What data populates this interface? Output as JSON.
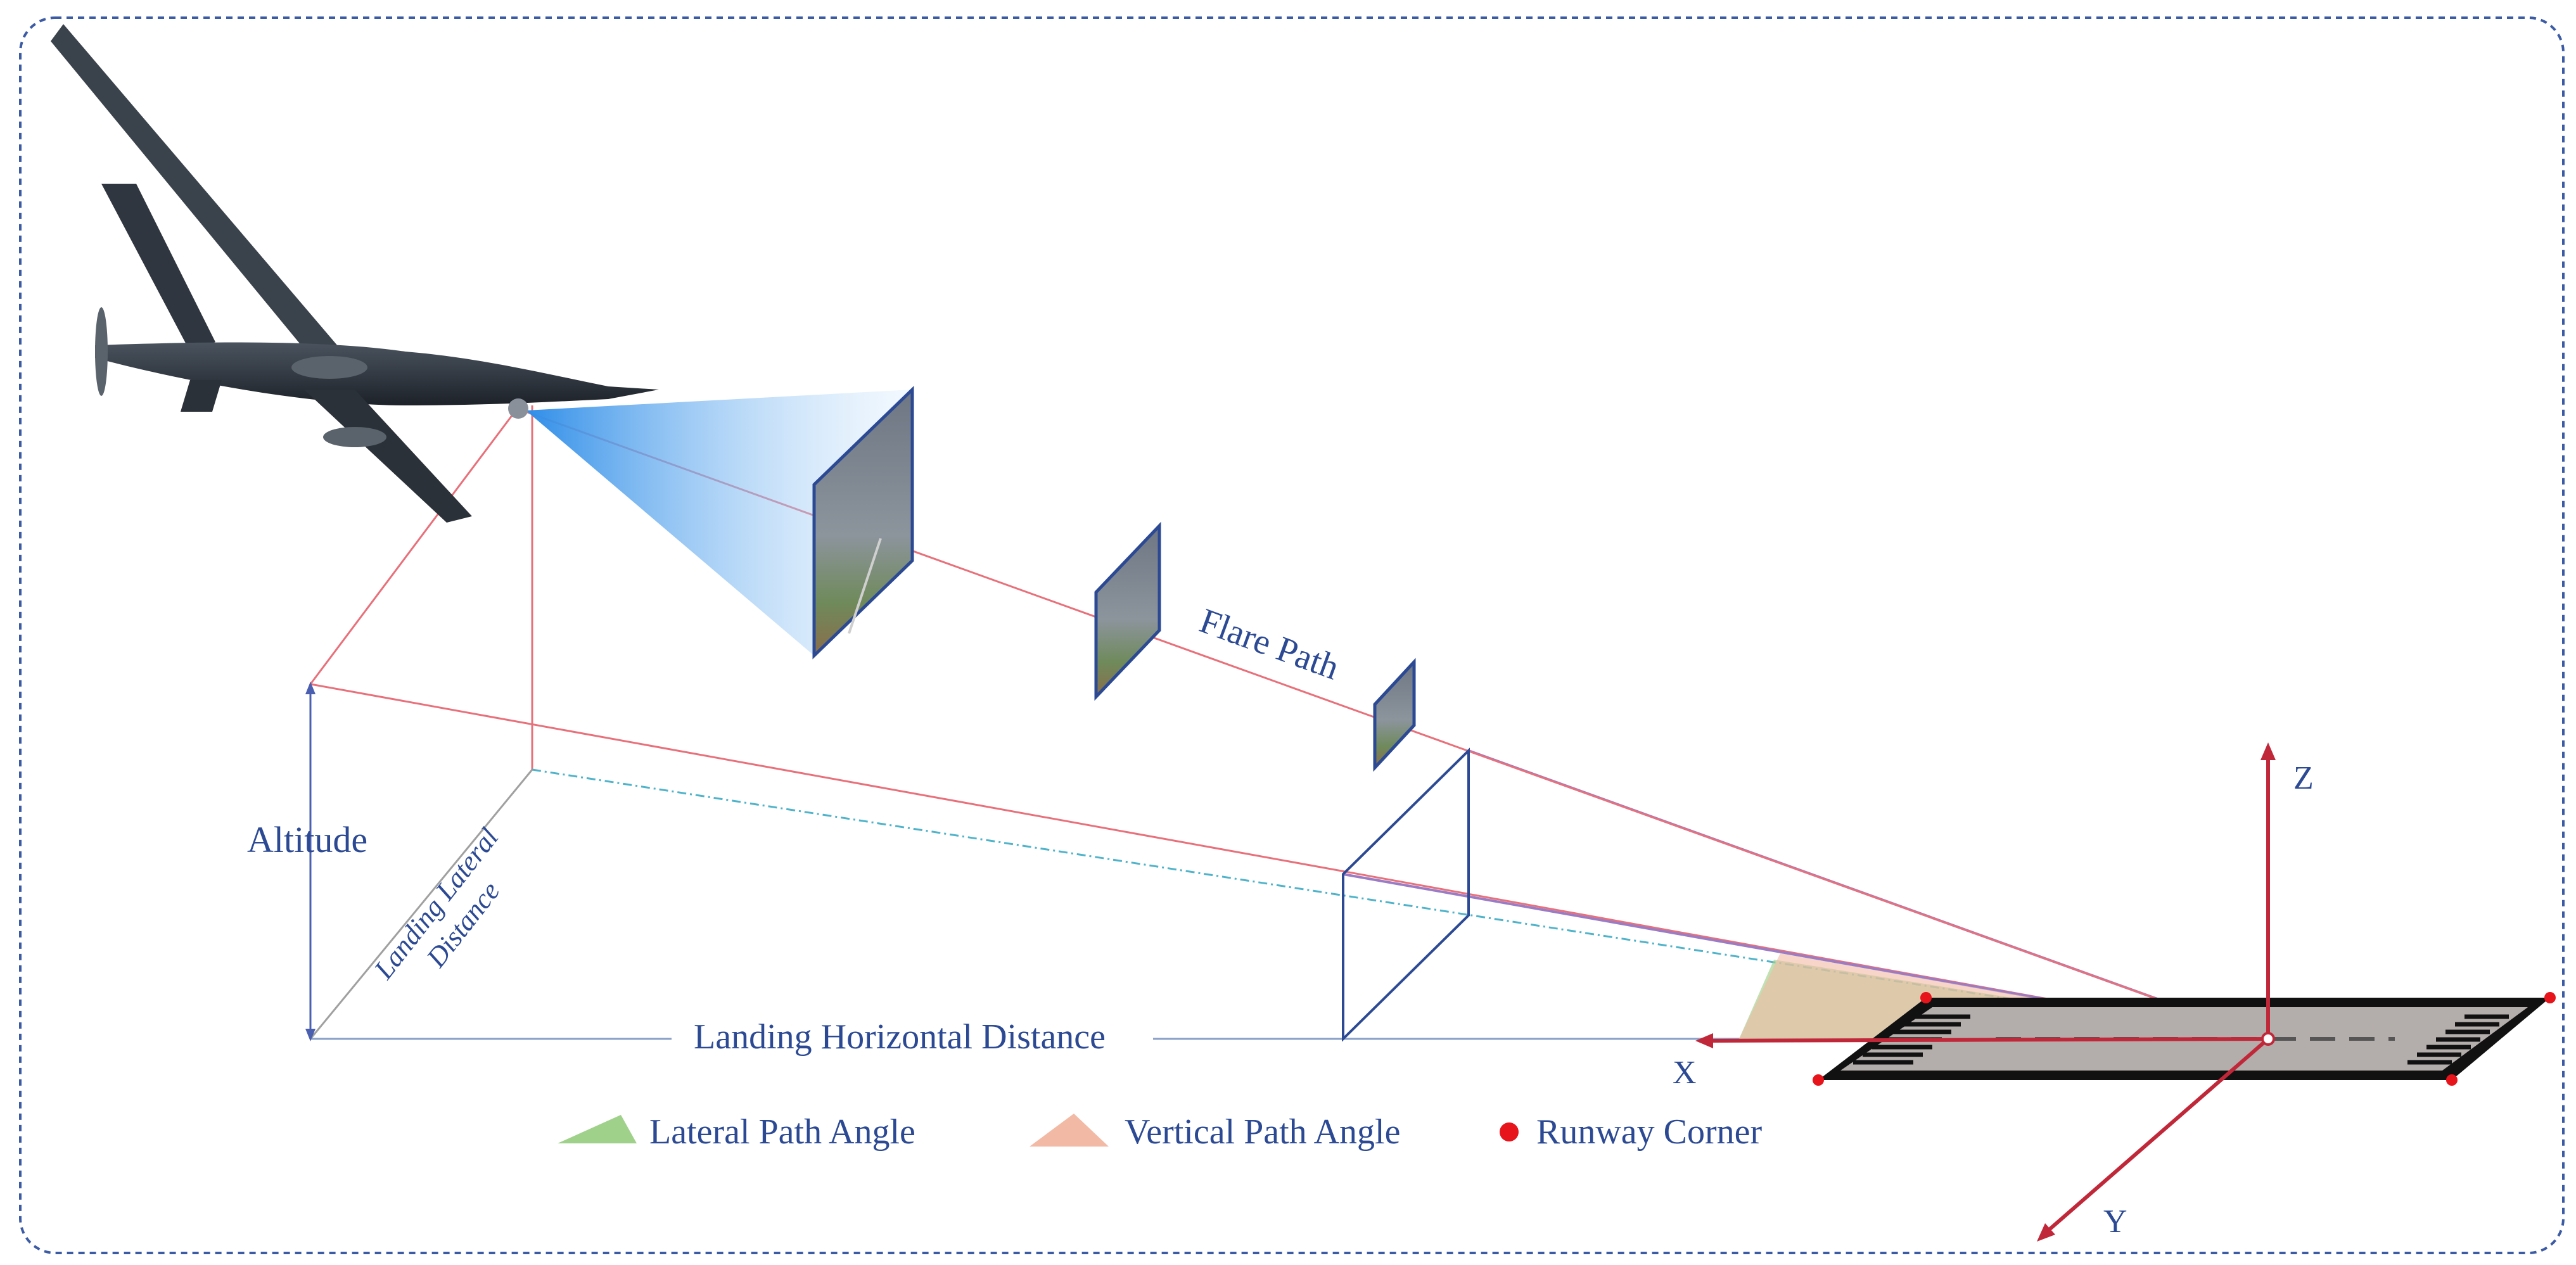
{
  "labels": {
    "flare_path": "Flare Path",
    "altitude": "Altitude",
    "landing_lateral_distance_line1": "Landing Lateral",
    "landing_lateral_distance_line2": "Distance",
    "landing_horizontal_distance": "Landing Horizontal Distance",
    "axis_x": "X",
    "axis_y": "Y",
    "axis_z": "Z"
  },
  "legend": [
    {
      "key": "lateral",
      "label": "Lateral Path Angle",
      "color": "#9fd18b"
    },
    {
      "key": "vertical",
      "label": "Vertical Path Angle",
      "color": "#f2b9a5"
    },
    {
      "key": "corner",
      "label": "Runway Corner",
      "color": "#e8141b"
    }
  ],
  "colors": {
    "frame": "#3b5ba5",
    "text": "#2c4a94",
    "flare_line": "#e8707a",
    "axis": "#c0283a",
    "cyan_line": "#4fb3c9",
    "purple_line": "#9a7cc4",
    "runway_dark": "#111111",
    "runway_surface": "#b3aeab",
    "frustum_blue": "#2e8de8"
  },
  "icons": [
    "uav-aircraft-icon",
    "camera-frustum-icon",
    "runway-icon"
  ]
}
